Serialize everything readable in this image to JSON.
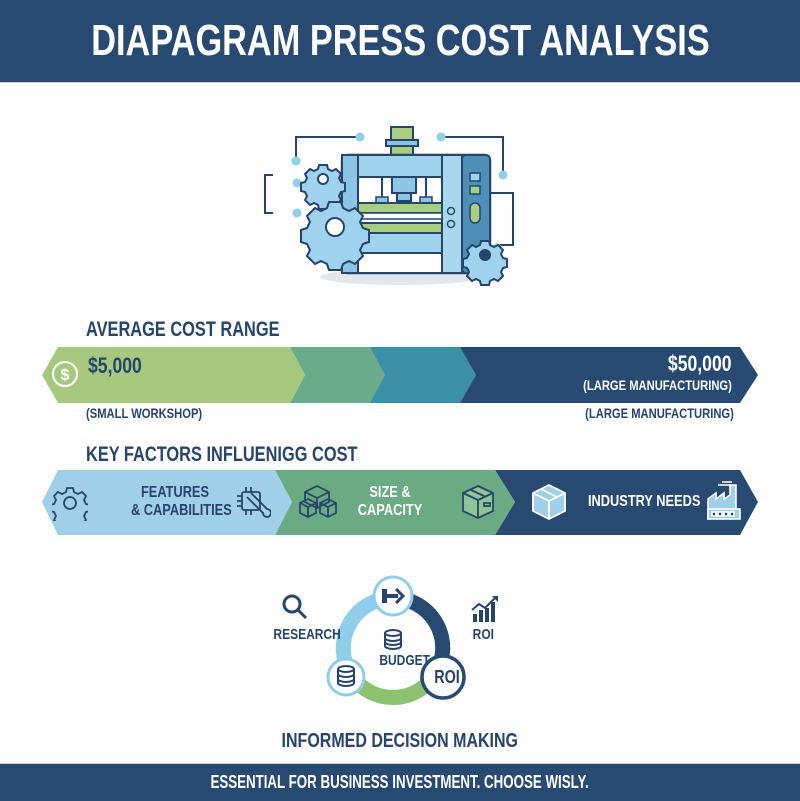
{
  "header": {
    "title": "DIAPAGRAM PRESS COST ANALYSIS"
  },
  "hero": {
    "illustration": "hydraulic-press-machine-with-gears",
    "icons": [
      "press-machine-icon",
      "gear-icon",
      "gear-icon",
      "gear-icon"
    ]
  },
  "cost_range": {
    "title": "AVERAGE COST RANGE",
    "low": {
      "icon": "dollar-icon",
      "value": "$5,000",
      "label": "(SMALL WORKSHOP)"
    },
    "high": {
      "value": "$50,000",
      "label_inside": "(LARGE MANUFACTURING)",
      "label_below": "(LARGE MANUFACTURING)"
    },
    "segments": [
      {
        "color": "#a6c97f"
      },
      {
        "color": "#6aab8a"
      },
      {
        "color": "#3b8fa6"
      },
      {
        "color": "#284a72"
      }
    ]
  },
  "key_factors": {
    "title": "KEY FACTORS INFLUENIGG COST",
    "items": [
      {
        "line1": "FEATURES",
        "line2": "& CAPABILITIES",
        "icons": [
          "gear-icon",
          "circuit-wrench-icon"
        ],
        "color": "#9fd0e8",
        "text_color": "#27456b"
      },
      {
        "line1": "SIZE &",
        "line2": "CAPACITY",
        "icons": [
          "boxes-icon",
          "box-icon"
        ],
        "color": "#6aab83",
        "text_color": "#ffffff"
      },
      {
        "line1": "INDUSTRY NEEDS",
        "line2": "",
        "icons": [
          "cube-icon",
          "factory-icon"
        ],
        "color": "#284a72",
        "text_color": "#ffffff"
      }
    ]
  },
  "cycle": {
    "center_label": "BUDGET",
    "left_label": "RESEARCH",
    "right_label": "ROI",
    "node_roi_label": "ROI",
    "icons": [
      "search-icon",
      "growth-chart-icon",
      "database-icon",
      "arrow-right-icon"
    ]
  },
  "decision": {
    "label": "INFORMED DECISION MAKING"
  },
  "footer": {
    "text": "ESSENTIAL FOR BUSINESS INVESTMENT. CHOOSE WISLY."
  }
}
